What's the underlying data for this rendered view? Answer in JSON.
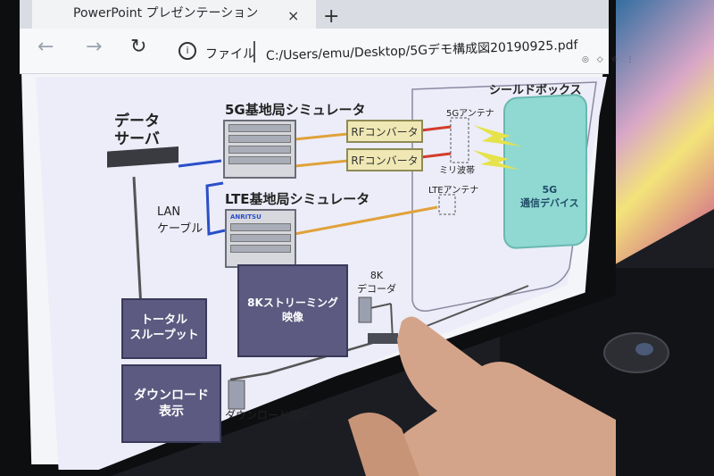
{
  "browser": {
    "tab_title": "PowerPoint プレゼンテーション",
    "tab_close": "×",
    "new_tab": "+",
    "back": "←",
    "forward": "→",
    "reload": "↻",
    "info": "i",
    "file_label": "ファイル",
    "url": "C:/Users/emu/Desktop/5Gデモ構成図20190925.pdf"
  },
  "diagram": {
    "shield_box": "シールドボックス",
    "data_server": "データ\nサーバ",
    "sim_5g": "5G基地局シミュレータ",
    "sim_lte": "LTE基地局シミュレータ",
    "rf1": "RFコンバータ",
    "rf2": "RFコンバータ",
    "antenna_5g": "5Gアンテナ",
    "mmwave": "ミリ波帯",
    "antenna_lte": "LTEアンテナ",
    "device": "5G\n通信デバイス",
    "lan_cable": "LAN\nケーブル",
    "throughput": "トータル\nスループット",
    "streaming": "8Kストリーミング\n映像",
    "decoder": "8K\nデコーダ",
    "download_display": "ダウンロード\n表示",
    "download_pc": "ダウンロード用PC",
    "rack_brand": "ANRITSU"
  },
  "colors": {
    "box_fill": "#5c5a80",
    "rf_fill": "#f0e8b4",
    "device_fill": "#8fd9d2",
    "orange_line": "#e0a23a",
    "red_line": "#d43b2a",
    "blue_line": "#2a4fc9",
    "antenna_yellow": "#e6e24a"
  }
}
